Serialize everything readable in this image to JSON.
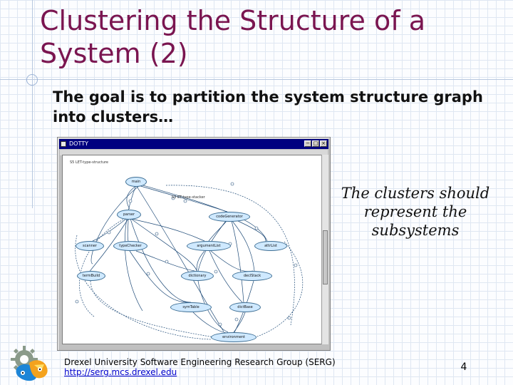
{
  "slide": {
    "title": "Clustering the Structure of a System (2)",
    "bullet": "The goal is to partition the system structure graph into clusters…",
    "callout": "The clusters should represent the subsystems",
    "footer": {
      "organization": "Drexel University Software Engineering Research Group (SERG)",
      "link_text": "http://serg.mcs.drexel.edu"
    },
    "page_number": "4",
    "colors": {
      "title": "#7a1550",
      "accent": "#9db4d6",
      "node_fill": "#cfe9ff",
      "window_title_bar": "#000080"
    },
    "logo": {
      "icon": "gear-logo-icon"
    }
  },
  "screenshot": {
    "window_title": "DOTTY",
    "canvas_labels": {
      "header": "S5 LET-type-structure",
      "subgraph": "S3 ET-type-stacker"
    },
    "nodes": [
      {
        "label": "main"
      },
      {
        "label": "parser"
      },
      {
        "label": "codeGenerator"
      },
      {
        "label": "scanner"
      },
      {
        "label": "typeChecker"
      },
      {
        "label": "argumentList"
      },
      {
        "label": "attrList"
      },
      {
        "label": "termBuild"
      },
      {
        "label": "dictionary"
      },
      {
        "label": "declStack"
      },
      {
        "label": "symTable"
      },
      {
        "label": "dictBase"
      },
      {
        "label": "environment"
      }
    ]
  }
}
